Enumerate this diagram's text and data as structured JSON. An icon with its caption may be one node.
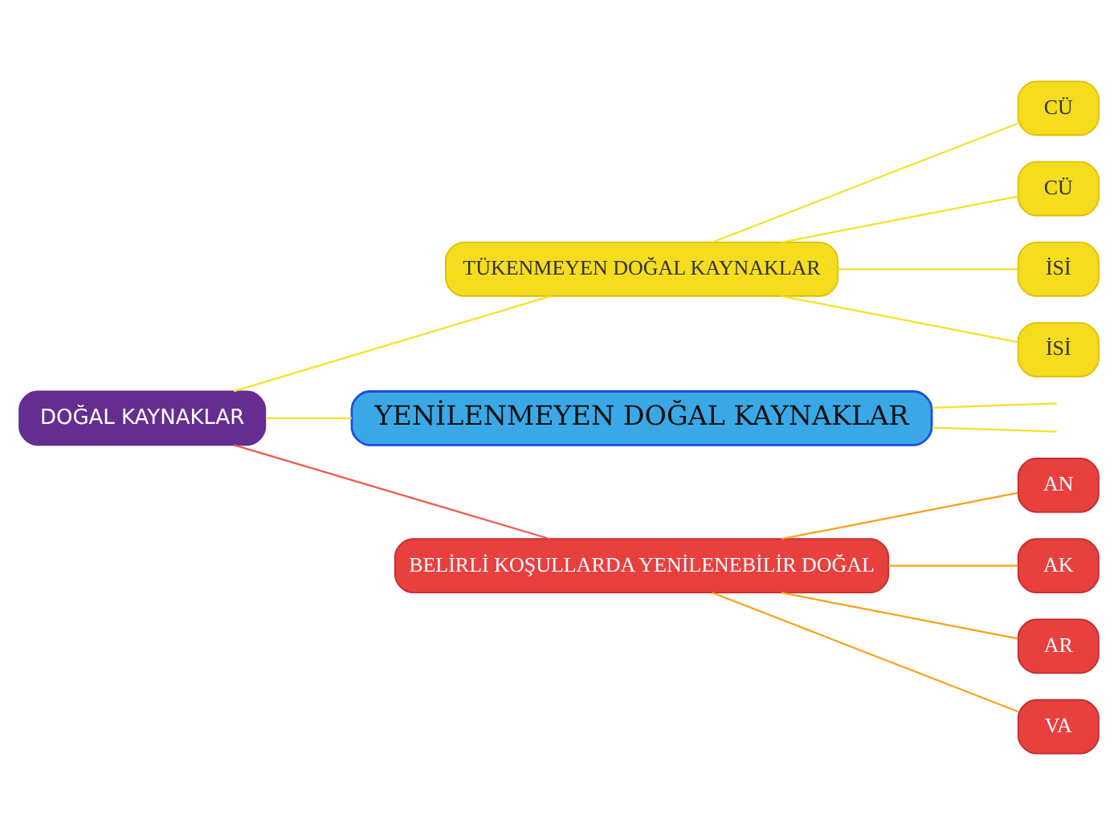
{
  "diagram": {
    "nodes": [
      {
        "text": [
          "DOĞAL KAYNAKLAR"
        ]
      },
      {
        "text": [
          "TÜKENMEYEN DOĞAL KAYNAKLAR"
        ]
      },
      {
        "text": [
          "CÜ"
        ]
      },
      {
        "text": [
          "CÜ"
        ]
      },
      {
        "text": [
          "İSİ"
        ]
      },
      {
        "text": [
          "İSİ"
        ]
      },
      {
        "text": [
          "YENİLENMEYEN DOĞAL KAYNAKLAR"
        ]
      },
      {
        "text": [
          "BELİRLİ KOŞULLARDA YENİLENEBİLİR DOĞAL"
        ]
      },
      {
        "text": [
          "AN"
        ]
      },
      {
        "text": [
          "AK"
        ]
      },
      {
        "text": [
          "AR"
        ]
      },
      {
        "text": [
          "VA"
        ]
      }
    ],
    "edges": [
      {
        "from": 0,
        "to": 1,
        "arrow": "none"
      },
      {
        "from": 0,
        "to": 6,
        "arrow": "none"
      },
      {
        "from": 0,
        "to": 7,
        "arrow": "none",
        "color": "#f05a50"
      },
      {
        "from": 1,
        "to": 2,
        "arrow": "none"
      },
      {
        "from": 1,
        "to": 3,
        "arrow": "none"
      },
      {
        "from": 1,
        "to": 4,
        "arrow": "none"
      },
      {
        "from": 1,
        "to": 5,
        "arrow": "none"
      },
      {
        "from": 6,
        "to": null,
        "arrow": "none"
      },
      {
        "from": 6,
        "to": null,
        "arrow": "none"
      },
      {
        "from": 7,
        "to": 8,
        "arrow": "none",
        "color": "#f7a21b"
      },
      {
        "from": 7,
        "to": 9,
        "arrow": "none",
        "color": "#f7a21b"
      },
      {
        "from": 7,
        "to": 10,
        "arrow": "none",
        "color": "#f7a21b"
      },
      {
        "from": 7,
        "to": 11,
        "arrow": "none",
        "color": "#f7a21b"
      }
    ]
  }
}
